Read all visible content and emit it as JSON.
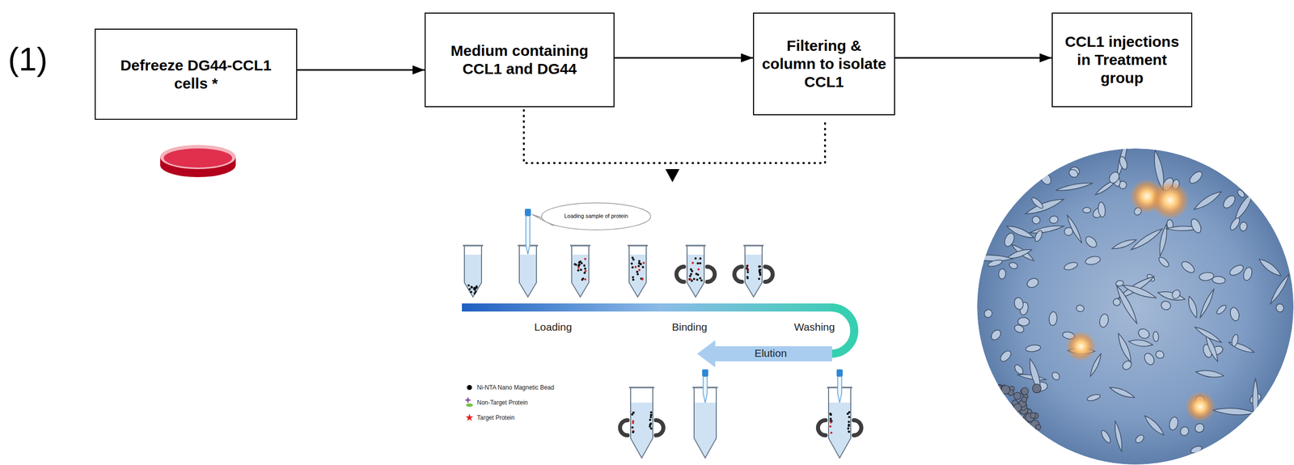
{
  "diagram": {
    "nodes": [
      {
        "text": [
          "Defreeze DG44-CCL1 cells *"
        ]
      },
      {
        "text": [
          "Medium containing CCL1 and DG44"
        ]
      },
      {
        "text": [
          "Filtering & column to isolate CCL1"
        ]
      },
      {
        "text": [
          "CCL1 injections in Treatment group"
        ]
      },
      {
        "text": [
          "Loading sample of protein"
        ]
      }
    ],
    "edges": [
      {
        "from": 0,
        "to": 1,
        "arrow": "to"
      },
      {
        "from": 1,
        "to": 2,
        "arrow": "to"
      },
      {
        "from": 2,
        "to": 3,
        "arrow": "to"
      }
    ],
    "labels": [
      "(1)",
      "Loading",
      "Binding",
      "Washing",
      "Elution"
    ],
    "legend": [
      {
        "text": "Ni-NTA Nano Magnetic Bead",
        "color": "#000000"
      },
      {
        "text": "Non-Target Protein"
      },
      {
        "text": "Target Protein"
      }
    ]
  }
}
